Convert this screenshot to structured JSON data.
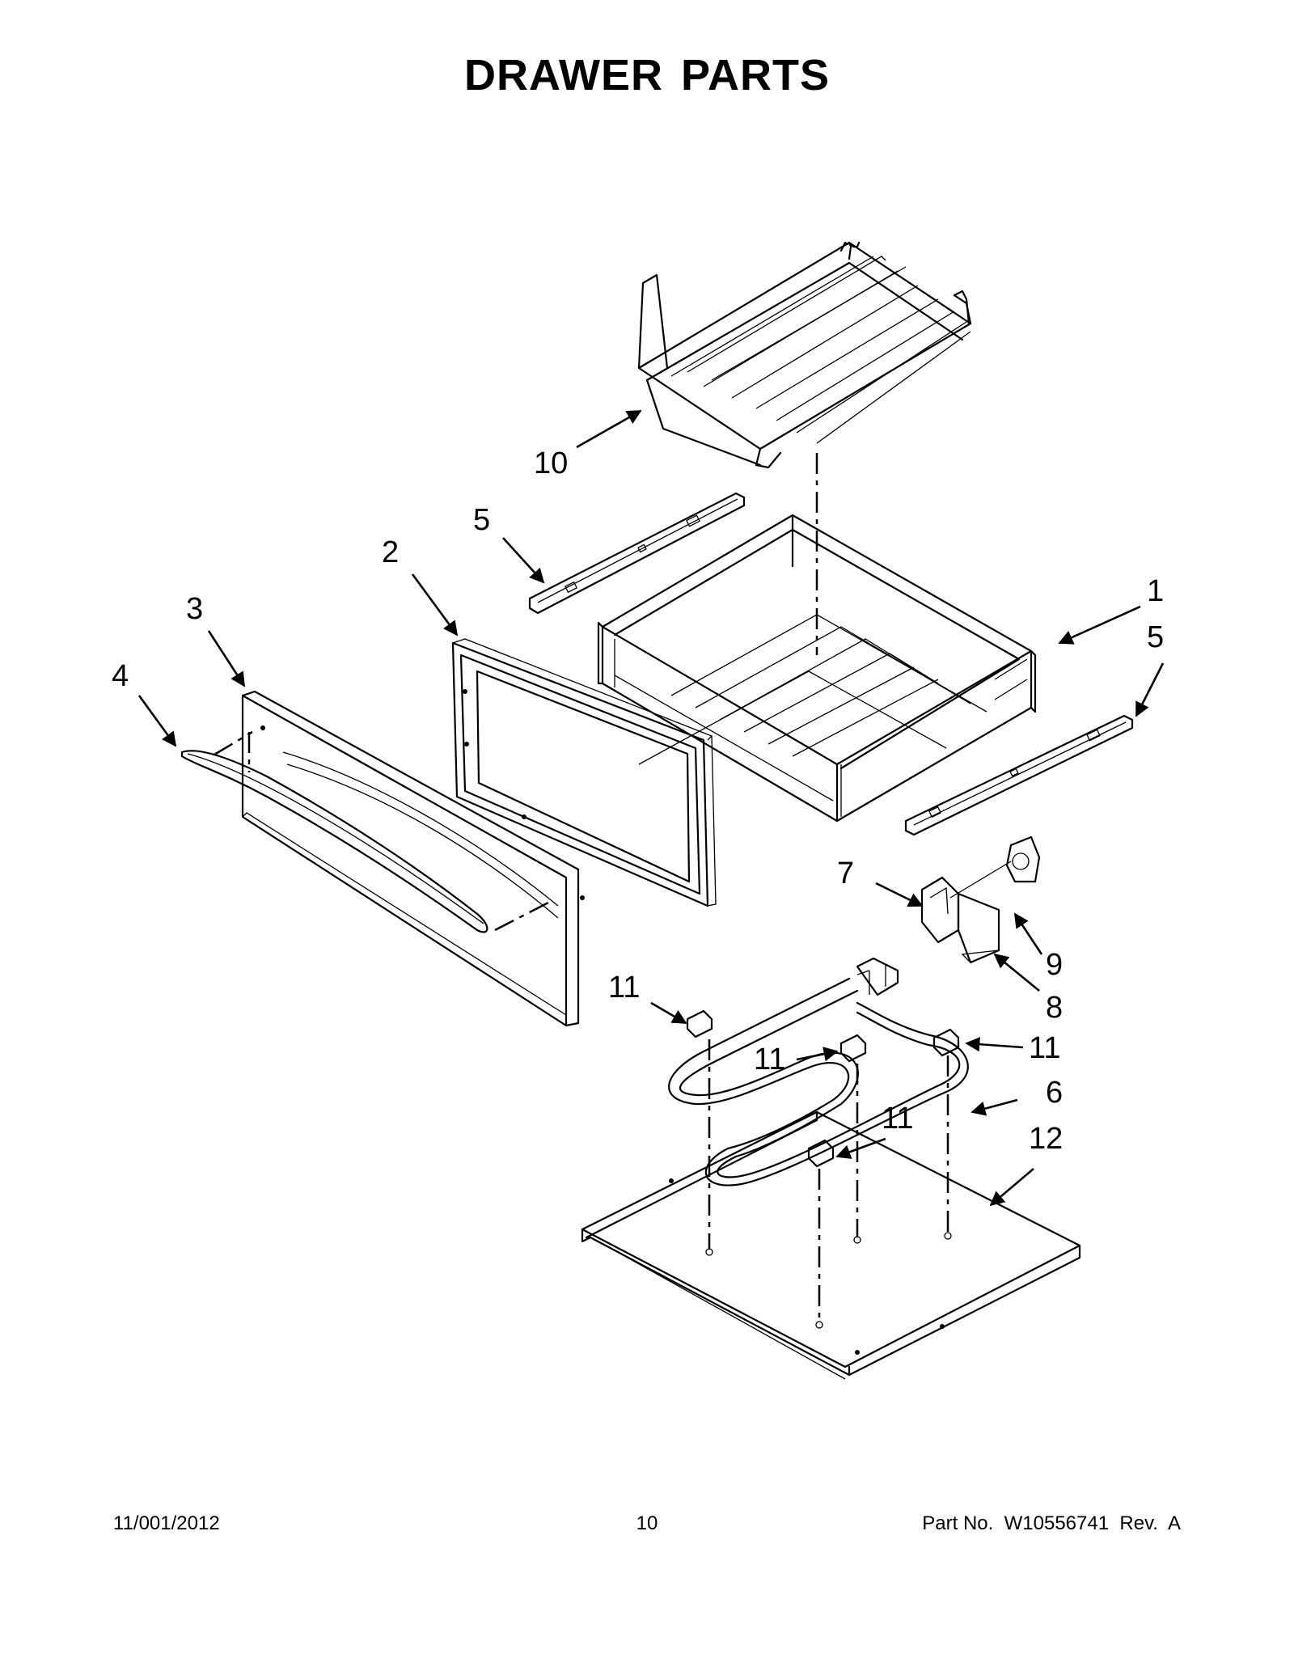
{
  "header": {
    "title": "DRAWER PARTS"
  },
  "footer": {
    "date": "11/001/2012",
    "page_number": "10",
    "part_no": "Part No.  W10556741  Rev.  A"
  },
  "callouts": {
    "c1": "1",
    "c2": "2",
    "c3": "3",
    "c4": "4",
    "c5a": "5",
    "c5b": "5",
    "c6": "6",
    "c7": "7",
    "c8": "8",
    "c9": "9",
    "c10": "10",
    "c11a": "11",
    "c11b": "11",
    "c11c": "11",
    "c11d": "11",
    "c12": "12"
  }
}
